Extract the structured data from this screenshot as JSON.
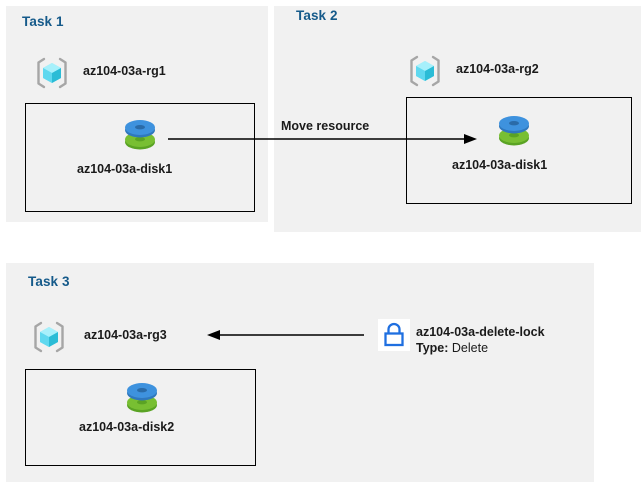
{
  "diagram": {
    "background": "#ffffff",
    "panel_bg": "#f1f1f1",
    "title_color": "#155a8a",
    "text_color": "#1a1a1a",
    "border_color": "#000000",
    "lock_color": "#1f6fe0",
    "disk_top_color": "#3e8fd8",
    "disk_bottom_color": "#68b030",
    "cube_color": "#5ce1f5",
    "bracket_color": "#a6a6a6"
  },
  "tasks": [
    {
      "id": "task1",
      "title": "Task 1",
      "resource_group": {
        "icon": "resource-group-icon",
        "label": "az104-03a-rg1"
      },
      "resource": {
        "icon": "managed-disk-icon",
        "label": "az104-03a-disk1"
      }
    },
    {
      "id": "task2",
      "title": "Task 2",
      "resource_group": {
        "icon": "resource-group-icon",
        "label": "az104-03a-rg2"
      },
      "resource": {
        "icon": "managed-disk-icon",
        "label": "az104-03a-disk1"
      }
    },
    {
      "id": "task3",
      "title": "Task 3",
      "resource_group": {
        "icon": "resource-group-icon",
        "label": "az104-03a-rg3"
      },
      "resource": {
        "icon": "managed-disk-icon",
        "label": "az104-03a-disk2"
      }
    }
  ],
  "connectors": {
    "move": {
      "label": "Move resource",
      "direction": "right",
      "from": "az104-03a-disk1",
      "to": "az104-03a-disk1"
    },
    "lock": {
      "direction": "left",
      "from": "az104-03a-delete-lock",
      "to": "az104-03a-rg3"
    }
  },
  "lock": {
    "icon": "lock-icon",
    "name": "az104-03a-delete-lock",
    "type_key": "Type:",
    "type_value": "Delete"
  }
}
